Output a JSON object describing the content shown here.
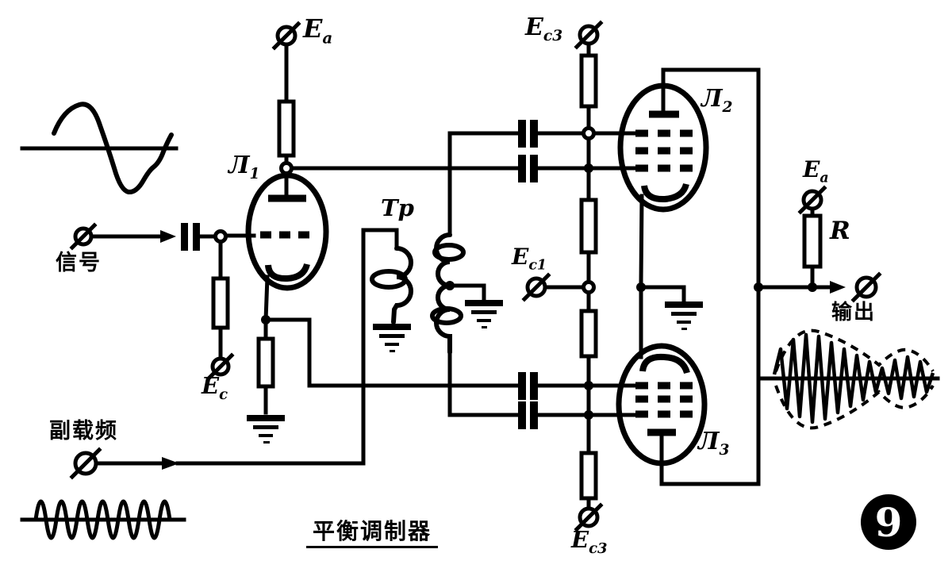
{
  "figure": {
    "caption": "平衡调制器",
    "number": "9"
  },
  "io": {
    "signal_input": "信号",
    "carrier_input": "副载频",
    "output": "输出"
  },
  "supplies": {
    "ea_top": {
      "base": "E",
      "sub": "a"
    },
    "ea_right": {
      "base": "E",
      "sub": "a"
    },
    "ec": {
      "base": "E",
      "sub": "c"
    },
    "ec1": {
      "base": "E",
      "sub": "c1"
    },
    "ec3_top": {
      "base": "E",
      "sub": "c3"
    },
    "ec3_bottom": {
      "base": "E",
      "sub": "c3"
    }
  },
  "components": {
    "tube1": {
      "base": "Л",
      "sub": "1"
    },
    "tube2": {
      "base": "Л",
      "sub": "2"
    },
    "tube3": {
      "base": "Л",
      "sub": "3"
    },
    "transformer": "Tp",
    "load_resistor": "R"
  },
  "colors": {
    "ink": "#000000",
    "paper": "#ffffff"
  }
}
